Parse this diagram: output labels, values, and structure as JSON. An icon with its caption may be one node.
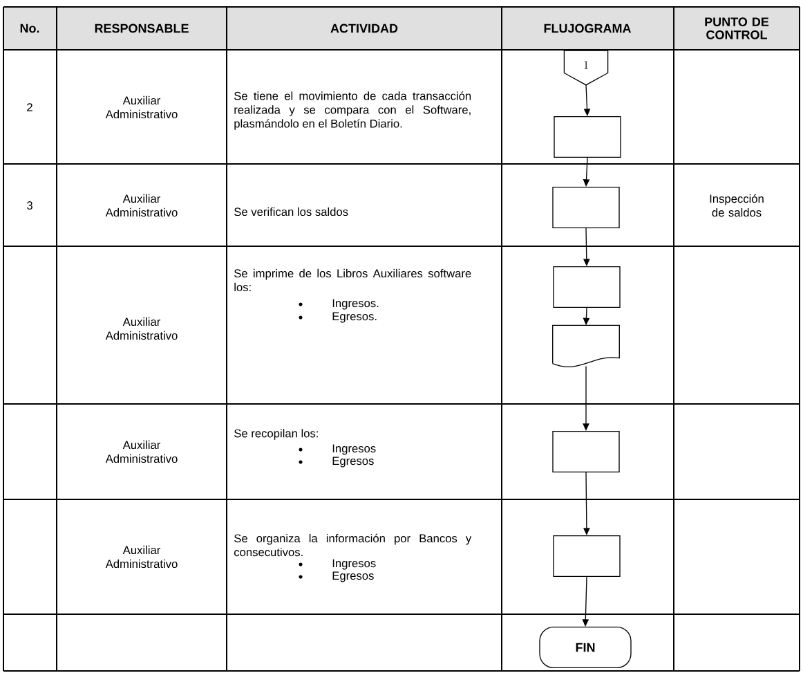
{
  "diagram": {
    "nodes": [
      {
        "text": [
          "1"
        ]
      },
      {
        "text": [],
        "shape": "box"
      },
      {
        "text": [],
        "shape": "box"
      },
      {
        "text": [],
        "shape": "box"
      },
      {
        "text": [],
        "shape": "document"
      },
      {
        "text": [],
        "shape": "box"
      },
      {
        "text": [],
        "shape": "box"
      },
      {
        "text": [
          "FIN"
        ]
      }
    ],
    "edges": [
      {
        "from": 0,
        "to": 1,
        "arrow": "to"
      },
      {
        "from": 1,
        "to": 2,
        "arrow": "to"
      },
      {
        "from": 2,
        "to": 3,
        "arrow": "to"
      },
      {
        "from": 3,
        "to": 4,
        "arrow": "to"
      },
      {
        "from": 4,
        "to": 5,
        "arrow": "to"
      },
      {
        "from": 5,
        "to": 6,
        "arrow": "to"
      },
      {
        "from": 6,
        "to": 7,
        "arrow": "to"
      }
    ],
    "labels": [
      "No.",
      "RESPONSABLE",
      "ACTIVIDAD",
      "FLUJOGRAMA",
      "PUNTO DE CONTROL",
      "2",
      "Auxiliar Administrativo",
      "Se tiene el movimiento de cada transacción realizada y se compara con el Software, plasmándolo en el Boletín Diario.",
      "3",
      "Auxiliar Administrativo",
      "Se verifican los saldos",
      "Inspección de saldos",
      "Auxiliar Administrativo",
      "Se imprime de los Libros Auxiliares software los:",
      "Ingresos.",
      "Egresos.",
      "Auxiliar Administrativo",
      "Se recopilan los:",
      "Ingresos",
      "Egresos",
      "Auxiliar Administrativo",
      "Se organiza la información por Bancos y consecutivos.",
      "Ingresos",
      "Egresos"
    ]
  }
}
